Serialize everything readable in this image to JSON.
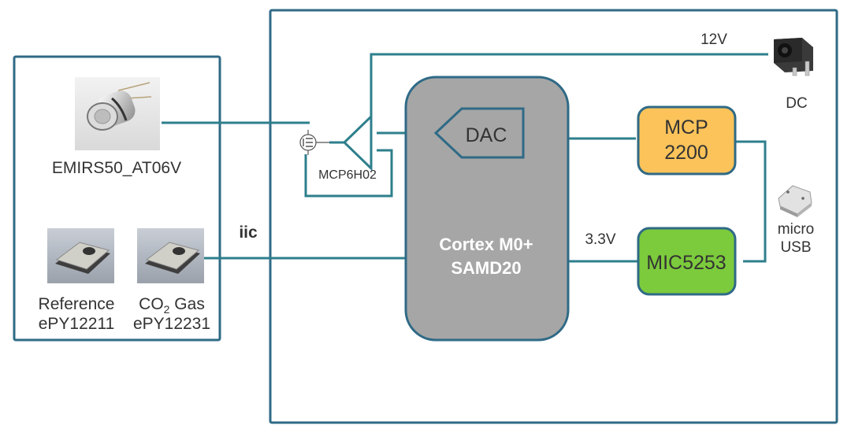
{
  "sensors_group": {
    "emitter": {
      "label": "EMIRS50_AT06V",
      "icon": "ir-emitter-icon"
    },
    "reference": {
      "label_line1": "Reference",
      "label_line2": "ePY12211",
      "icon": "pyro-sensor-icon"
    },
    "co2": {
      "label_prefix": "CO",
      "label_sub": "2",
      "label_suffix": " Gas",
      "label_line2": "ePY12231",
      "icon": "pyro-sensor-icon"
    }
  },
  "bus_label": "iic",
  "driver": {
    "label": "MCP6H02",
    "transistor_icon": "mosfet-icon",
    "amp_icon": "op-amp-icon"
  },
  "mcu": {
    "line1": "Cortex M0+",
    "line2": "SAMD20",
    "dac_label": "DAC"
  },
  "usb_bridge": {
    "line1": "MCP",
    "line2": "2200",
    "color": "#fbc35a"
  },
  "regulator": {
    "label": "MIC5253",
    "color": "#7ccb3c"
  },
  "rail_12v": "12V",
  "rail_3v3": "3.3V",
  "dc_jack": {
    "label": "DC",
    "icon": "dc-jack-icon"
  },
  "micro_usb": {
    "line1": "micro",
    "line2": "USB",
    "icon": "micro-usb-icon"
  },
  "colors": {
    "frame": "#2f6a86",
    "wire": "#2e7f8c",
    "mcu_fill": "#a6a6a6"
  }
}
